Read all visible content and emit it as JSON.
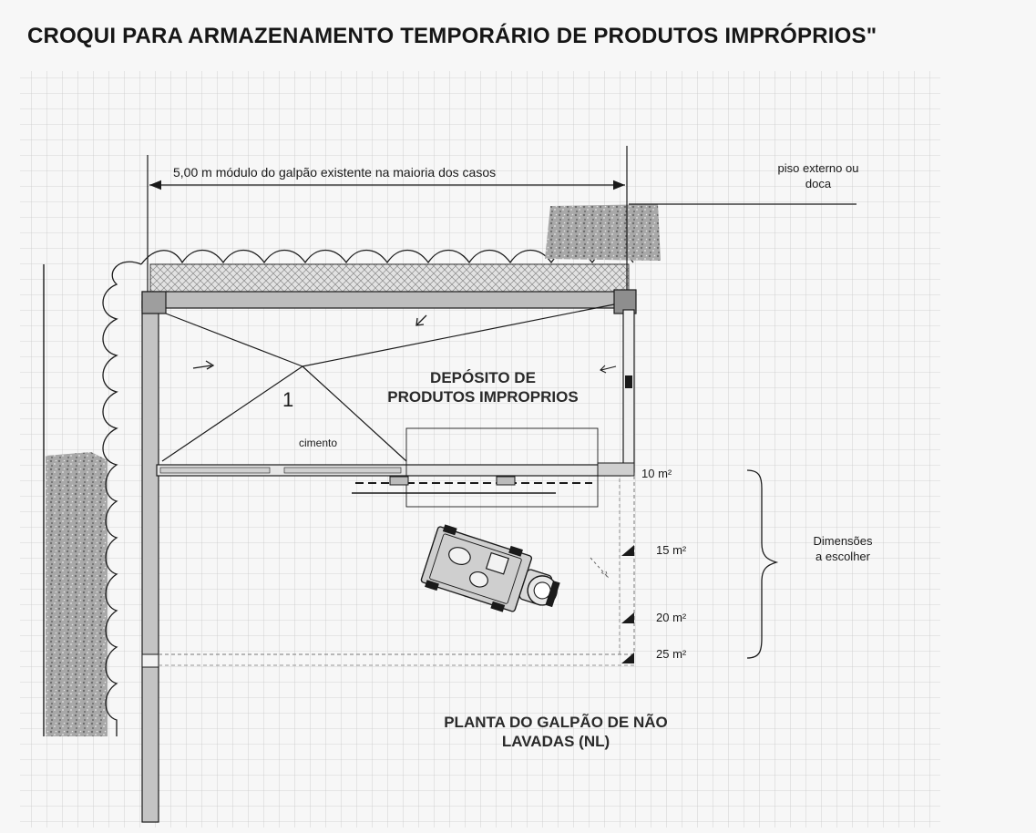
{
  "title": "CROQUI PARA ARMAZENAMENTO TEMPORÁRIO DE PRODUTOS IMPRÓPRIOS\"",
  "labels": {
    "module_dimension": "5,00 m módulo do galpão existente na maioria dos casos",
    "external_floor_line1": "piso externo ou",
    "external_floor_line2": "doca",
    "deposit_line1": "DEPÓSITO DE",
    "deposit_line2": "PRODUTOS IMPROPRIOS",
    "number_one": "1",
    "cement": "cimento",
    "area_10": "10 m²",
    "area_15": "15 m²",
    "area_20": "20 m²",
    "area_25": "25 m²",
    "dimensions_line1": "Dimensões",
    "dimensions_line2": "a escolher",
    "plan_line1": "PLANTA DO GALPÃO DE NÃO",
    "plan_line2": "LAVADAS (NL)"
  },
  "colors": {
    "grid": "#c9c9c9",
    "ink": "#1a1a1a",
    "wall_fill": "#bdbdbd",
    "gravel": "#9a9a9a",
    "paper": "#f7f7f7"
  }
}
